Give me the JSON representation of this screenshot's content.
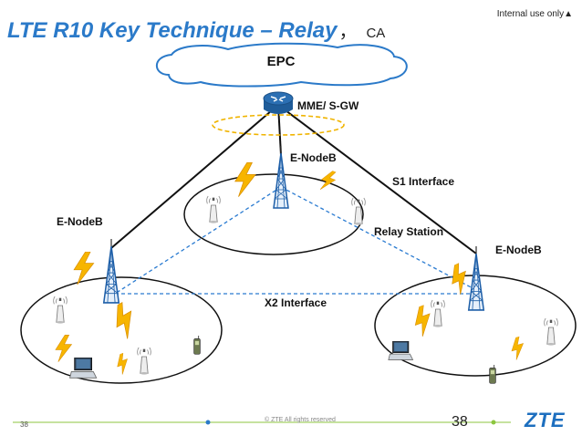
{
  "slide": {
    "title": "LTE R10 Key Technique – Relay",
    "title_sep": "，",
    "title_suffix": "CA",
    "internal_note": "Internal use only▲"
  },
  "diagram": {
    "labels": {
      "epc": "EPC",
      "mme": "MME/ S-GW",
      "enodeb_center": "E-NodeB",
      "enodeb_left": "E-NodeB",
      "enodeb_right": "E-NodeB",
      "s1": "S1 Interface",
      "relay": "Relay Station",
      "x2": "X2 Interface"
    },
    "colors": {
      "title": "#2b7ac9",
      "lightning": "#f7b500",
      "dashed_link": "#2a7bd1",
      "tower": "#1e5fa8",
      "router": "#2b6fb3",
      "halo": "#f0b400"
    }
  },
  "footer": {
    "copyright": "© ZTE All rights reserved",
    "page_left": "38",
    "page_right": "38",
    "brand": "ZTE"
  }
}
